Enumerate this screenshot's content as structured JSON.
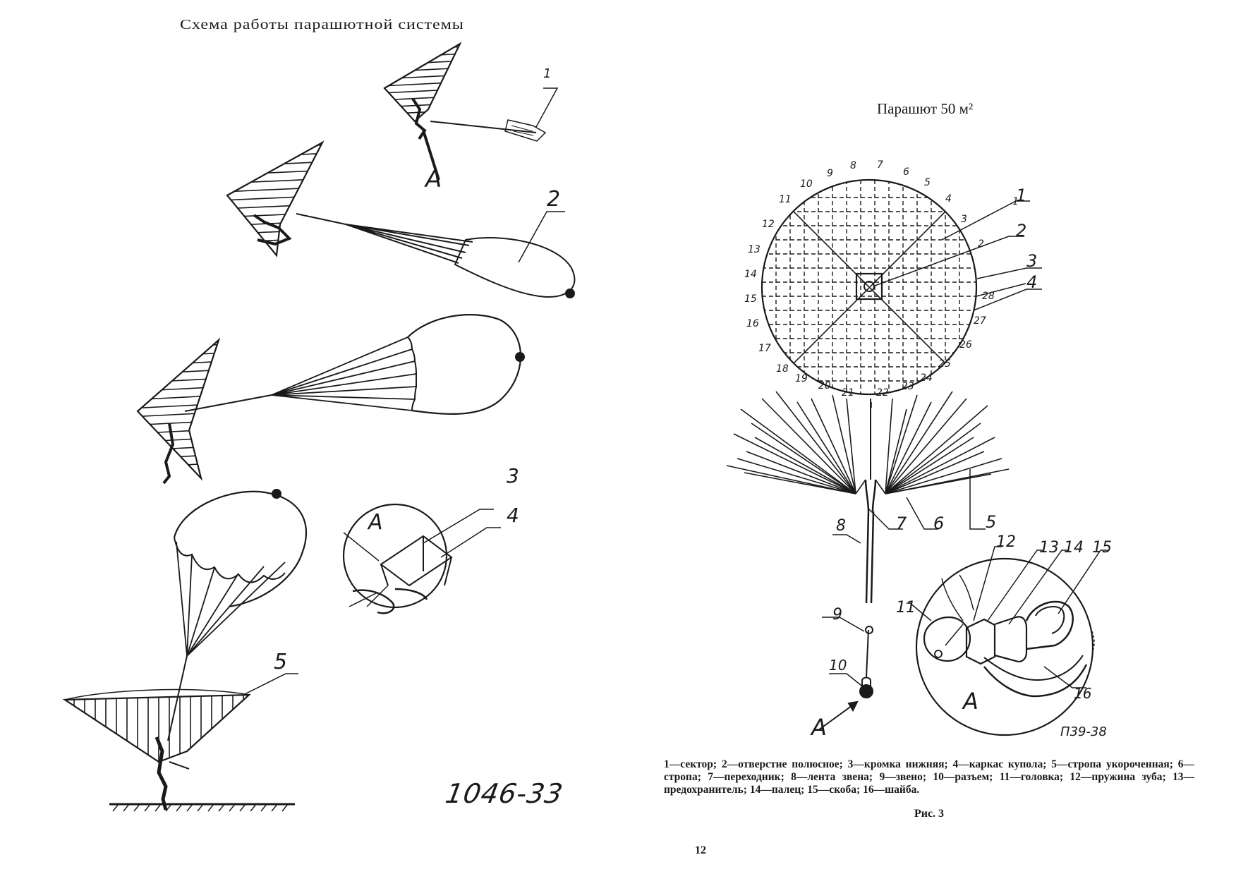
{
  "left_page": {
    "title": "Схема работы парашютной системы",
    "drawing_code": "1046-33",
    "callouts": [
      "1",
      "2",
      "3",
      "4",
      "5",
      "A",
      "A"
    ]
  },
  "right_page": {
    "title": "Парашют 50 м²",
    "drawing_code": "П39-38",
    "canopy_numbers": [
      "1",
      "2",
      "3",
      "4",
      "5",
      "6",
      "7",
      "8",
      "9",
      "10",
      "11",
      "12",
      "13",
      "14",
      "15",
      "16",
      "17",
      "18",
      "19",
      "20",
      "21",
      "22",
      "23",
      "24",
      "25",
      "26",
      "27",
      "28"
    ],
    "callouts": [
      "1",
      "2",
      "3",
      "4",
      "5",
      "6",
      "7",
      "8",
      "9",
      "10",
      "11",
      "12",
      "13",
      "14",
      "15",
      "16",
      "A",
      "A"
    ],
    "caption": "1—сектор; 2—отверстие полюсное; 3—кромка нижняя; 4—каркас купола; 5—стропа укороченная; 6—стропа; 7—переходник; 8—лента звена; 9—звено; 10—разъем; 11—головка; 12—пружина зуба; 13—предохранитель; 14—палец; 15—скоба; 16—шайба.",
    "figure_label": "Рис. 3",
    "page_number": "12"
  }
}
